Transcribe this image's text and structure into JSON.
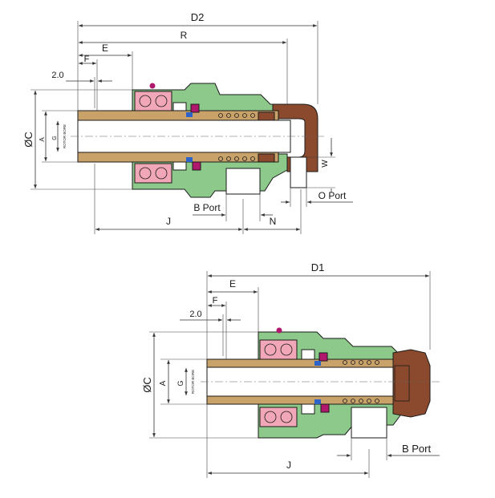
{
  "colors": {
    "housing": "#8cc98a",
    "housing_dark": "#5fa35c",
    "shaft": "#c9a26a",
    "shaft_dark": "#8a6a35",
    "bearing": "#f2a7b8",
    "elbow": "#8b4a2d",
    "seal_magenta": "#b0186e",
    "seal_blue": "#2d62c8",
    "nut": "#8b4a2d",
    "bore": "#ffffff"
  },
  "top_drawing": {
    "labels": {
      "d2": "D2",
      "r": "R",
      "e": "E",
      "f": "F",
      "gap": "2.0",
      "diameter_c": "ØC",
      "a": "A",
      "g": "G",
      "rotor_bore": "ROTOR BORE",
      "w": "W",
      "o_port": "O Port",
      "b_port": "B Port",
      "j": "J",
      "n": "N"
    }
  },
  "bottom_drawing": {
    "labels": {
      "d1": "D1",
      "e": "E",
      "f": "F",
      "gap": "2.0",
      "diameter_c": "ØC",
      "a": "A",
      "g": "G",
      "rotor_bore": "ROTOR BORE",
      "b_port": "B Port",
      "j": "J"
    }
  }
}
